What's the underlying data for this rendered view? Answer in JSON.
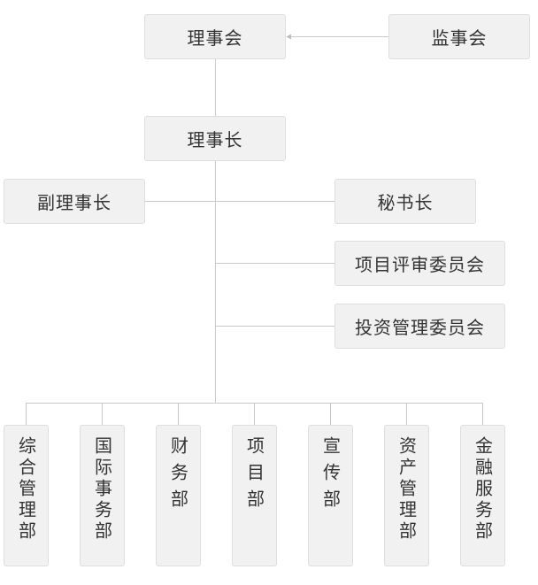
{
  "chart": {
    "board": "理事会",
    "supervisors": "监事会",
    "chairman": "理事长",
    "vice_chairman": "副理事长",
    "secretary_general": "秘书长",
    "project_committee": "项目评审委员会",
    "investment_committee": "投资管理委员会",
    "departments": [
      {
        "label": "综合管理部"
      },
      {
        "label": "国际事务部"
      },
      {
        "label": "财务部"
      },
      {
        "label": "项目部"
      },
      {
        "label": "宣传部"
      },
      {
        "label": "资产管理部"
      },
      {
        "label": "金融服务部"
      }
    ]
  }
}
